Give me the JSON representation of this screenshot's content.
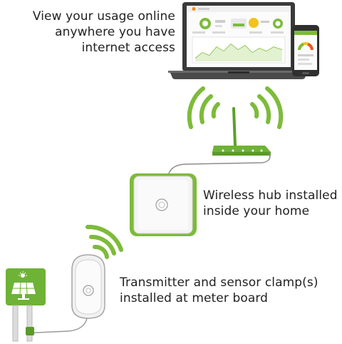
{
  "captions": {
    "online": [
      "View your usage online",
      "anywhere you have",
      "internet access"
    ],
    "hub": [
      "Wireless hub installed",
      "inside your home"
    ],
    "transmitter": [
      "Transmitter and sensor clamp(s)",
      "installed at meter board"
    ]
  },
  "icons": {
    "laptop": "laptop-icon",
    "phone": "smartphone-icon",
    "router": "router-icon",
    "hub": "wireless-hub-icon",
    "transmitter": "transmitter-icon",
    "solar": "solar-panel-icon",
    "signal": "wifi-signal-icon"
  },
  "colors": {
    "accent": "#7dbb3a",
    "accent_light": "#a7d465",
    "text": "#222222",
    "device_body": "#f3f3f3",
    "laptop_dark": "#3a3a3a"
  }
}
